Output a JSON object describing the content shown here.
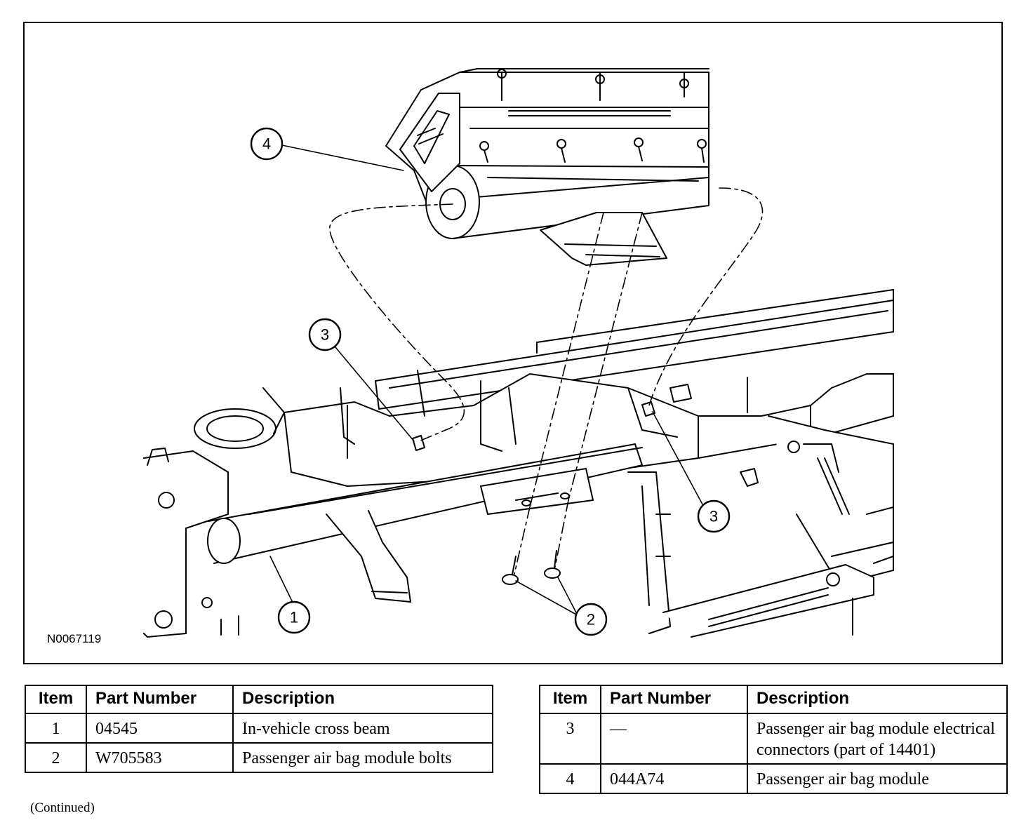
{
  "figure": {
    "id_label": "N0067119",
    "callouts": [
      "1",
      "2",
      "3",
      "3",
      "4"
    ]
  },
  "tables": [
    {
      "headers": [
        "Item",
        "Part Number",
        "Description"
      ],
      "rows": [
        {
          "item": "1",
          "part_number": "04545",
          "description": "In-vehicle cross beam"
        },
        {
          "item": "2",
          "part_number": "W705583",
          "description": "Passenger air bag module bolts"
        }
      ],
      "footnote": "(Continued)"
    },
    {
      "headers": [
        "Item",
        "Part Number",
        "Description"
      ],
      "rows": [
        {
          "item": "3",
          "part_number": "—",
          "description": "Passenger air bag module electrical connectors (part of 14401)"
        },
        {
          "item": "4",
          "part_number": "044A74",
          "description": "Passenger air bag module"
        }
      ]
    }
  ]
}
